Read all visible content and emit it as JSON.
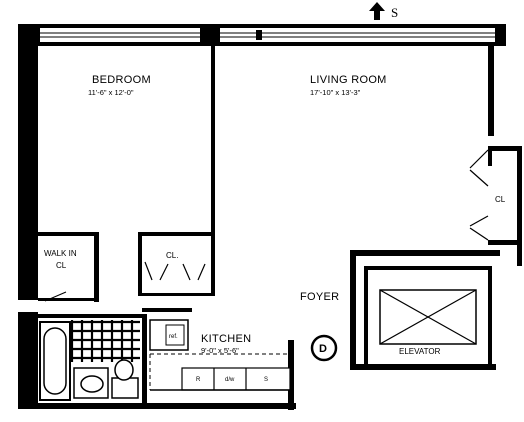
{
  "compass": {
    "label": "S"
  },
  "rooms": {
    "bedroom": {
      "name": "BEDROOM",
      "dims": "11'-6\" x 12'-0\""
    },
    "living_room": {
      "name": "LIVING ROOM",
      "dims": "17'-10\" x 13'-3\""
    },
    "kitchen": {
      "name": "KITCHEN",
      "dims": "9'-0\" x 5'-6\""
    },
    "walk_in_closet": {
      "line1": "WALK IN",
      "line2": "CL"
    },
    "bedroom_closet": {
      "name": "CL."
    },
    "living_closet": {
      "name": "CL"
    },
    "foyer": {
      "name": "FOYER"
    },
    "elevator": {
      "name": "ELEVATOR"
    }
  },
  "fixtures": {
    "refrigerator": "ref.",
    "range": "R",
    "dishwasher": "d/w",
    "sink": "S",
    "door_marker": "D"
  }
}
